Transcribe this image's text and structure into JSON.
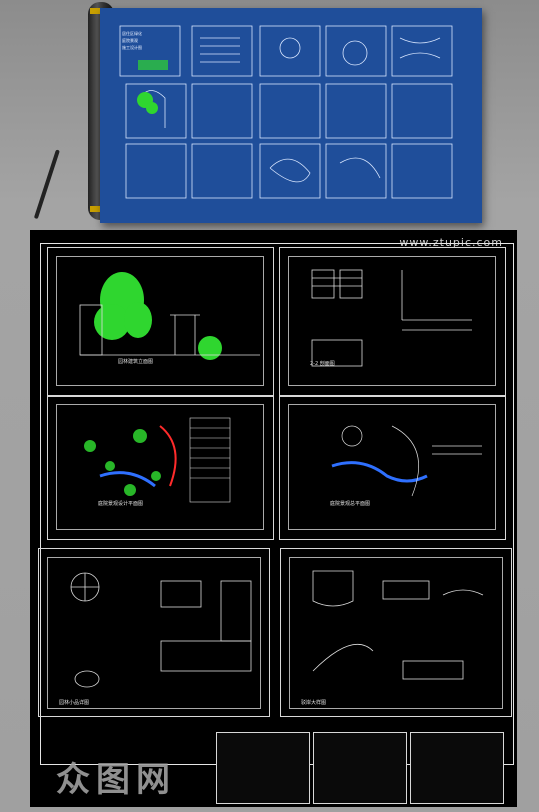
{
  "watermark": "www.ztupic.com",
  "logo_text": "众图网",
  "scroll_sheet": {
    "title_block": [
      "居住区绿化",
      "庭院景观",
      "施工设计图"
    ]
  },
  "sheets": {
    "s1": {
      "title": "园林建筑立面图"
    },
    "s2": {
      "title": "2-2 剖面图"
    },
    "s3": {
      "title": "庭院景观设计平面图"
    },
    "s4": {
      "title": "庭院景观总平面图"
    },
    "s5": {
      "title": "园林小品详图"
    },
    "s6": {
      "title": "驳岸大样图"
    }
  },
  "colors": {
    "paper": "#1f4e9a",
    "cad_bg": "#000000",
    "tree": "#2fd62f"
  }
}
